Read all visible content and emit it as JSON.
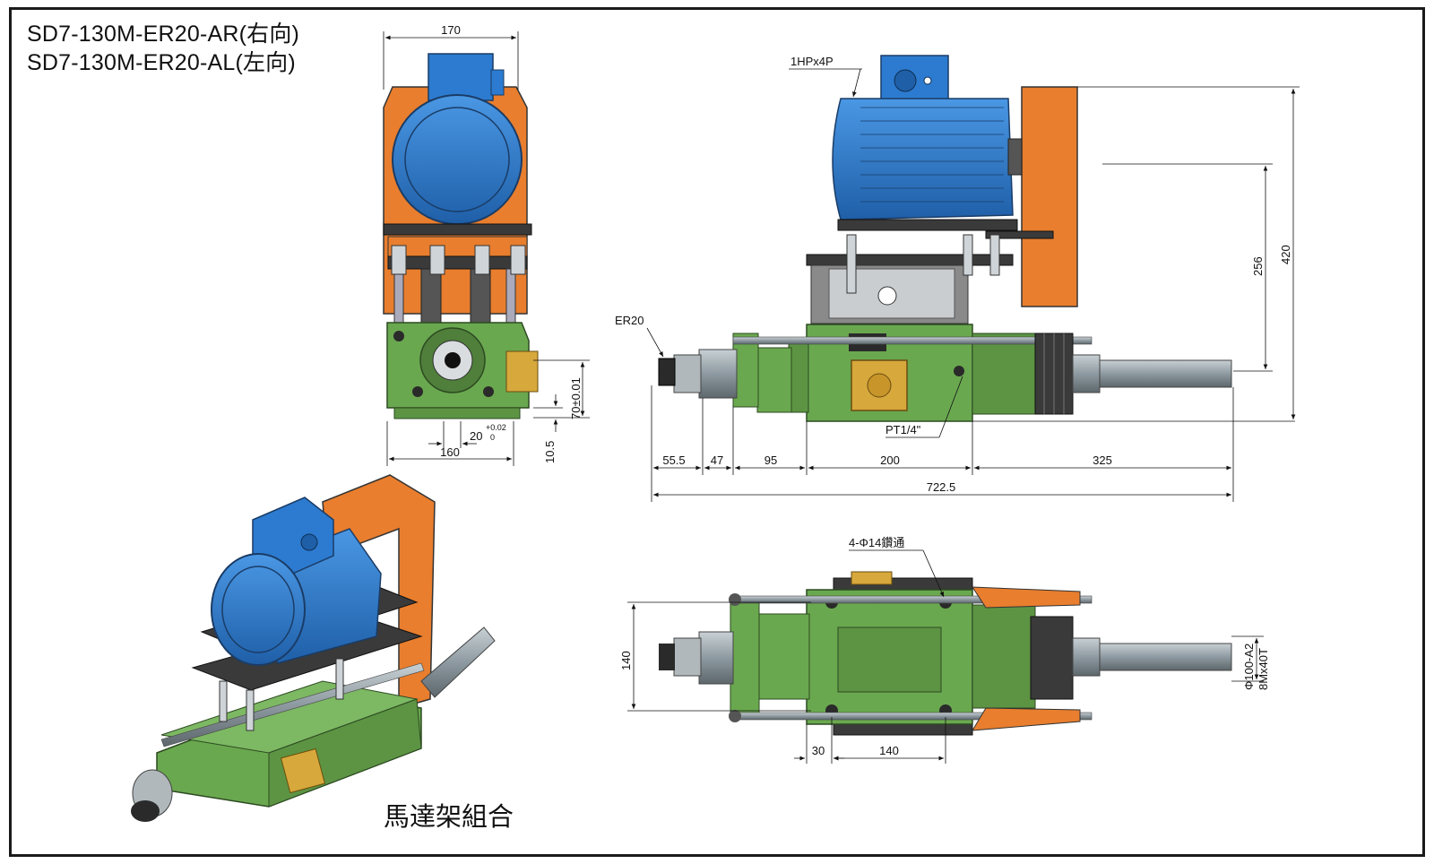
{
  "titles": {
    "line1": "SD7-130M-ER20-AR(右向)",
    "line2": "SD7-130M-ER20-AL(左向)"
  },
  "caption": "馬達架組合",
  "front_view": {
    "width_top": "170",
    "width_bottom": "160",
    "key_width": "20",
    "key_tol_upper": "+0.02",
    "key_tol_lower": "0",
    "height_center": "70±0.01",
    "base_offset": "10.5"
  },
  "side_view": {
    "motor_label": "1HPx4P",
    "collet_label": "ER20",
    "port_label": "PT1/4\"",
    "d1": "55.5",
    "d2": "47",
    "d3": "95",
    "d4": "200",
    "d5": "325",
    "total_length": "722.5",
    "height_axis": "256",
    "height_total": "420"
  },
  "top_view": {
    "hole_label": "4-Φ14鑽通",
    "width": "140",
    "offset": "30",
    "spacing": "140",
    "pulley_dia": "Φ100-A2",
    "pulley_bore": "8Mx40T"
  },
  "colors": {
    "motor_blue": "#2c7bd0",
    "bracket_orange": "#e87e2e",
    "body_green": "#6aa84f",
    "plate_dark": "#3a3a3a",
    "brass": "#d7a83b",
    "shaft_grey": "#9aa6ad"
  }
}
